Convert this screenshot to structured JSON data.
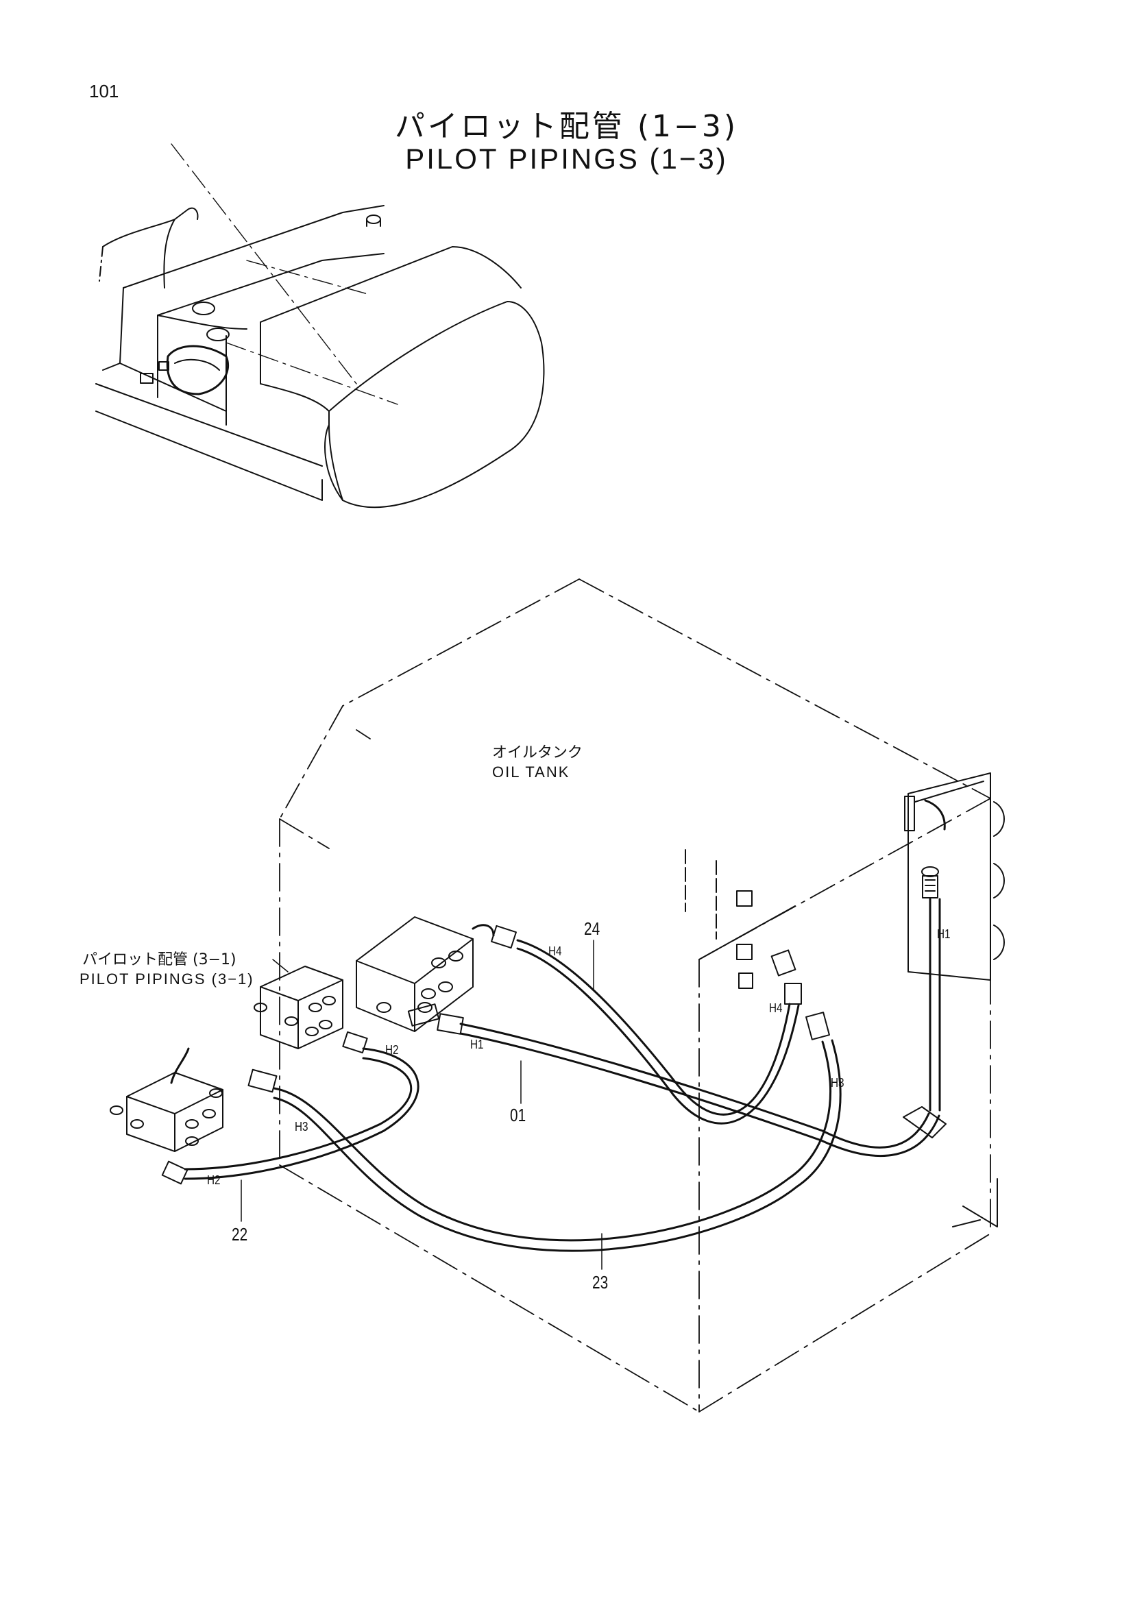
{
  "page_number": "101",
  "title": {
    "japanese": "パイロット配管 (1−3)",
    "english": "PILOT PIPINGS (1−3)"
  },
  "oil_tank": {
    "japanese": "オイルタンク",
    "english": "OIL TANK"
  },
  "reference": {
    "japanese": "パイロット配管 (3−1)",
    "english": "PILOT PIPINGS (3−1)"
  },
  "part_numbers": {
    "p01": "01",
    "p22": "22",
    "p23": "23",
    "p24": "24"
  },
  "hose_ends": {
    "h1_a": "H1",
    "h1_b": "H1",
    "h2_a": "H2",
    "h2_b": "H2",
    "h3_a": "H3",
    "h3_b": "H3",
    "h4_a": "H4",
    "h4_b": "H4"
  }
}
